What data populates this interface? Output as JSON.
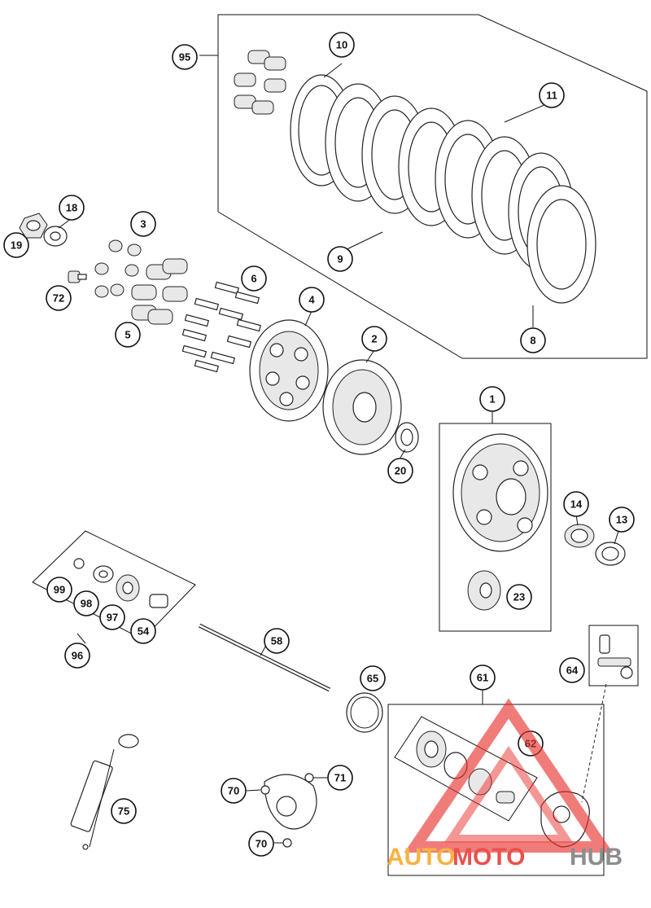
{
  "labels": {
    "p1": "1",
    "p2": "2",
    "p3": "3",
    "p4": "4",
    "p5": "5",
    "p6": "6",
    "p8": "8",
    "p9": "9",
    "p10": "10",
    "p11": "11",
    "p13": "13",
    "p14": "14",
    "p18": "18",
    "p19": "19",
    "p20": "20",
    "p23": "23",
    "p54": "54",
    "p58": "58",
    "p61": "61",
    "p62": "62",
    "p64": "64",
    "p65": "65",
    "p70a": "70",
    "p70b": "70",
    "p71": "71",
    "p72": "72",
    "p75": "75",
    "p95": "95",
    "p96": "96",
    "p97": "97",
    "p98": "98",
    "p99": "99"
  },
  "watermark": {
    "part1": "AUTO",
    "part2": "MOTO",
    "part3": "HUB",
    "color_orange": "#f5a623",
    "color_red": "#e8322f",
    "color_gray": "#7a7a7a"
  }
}
